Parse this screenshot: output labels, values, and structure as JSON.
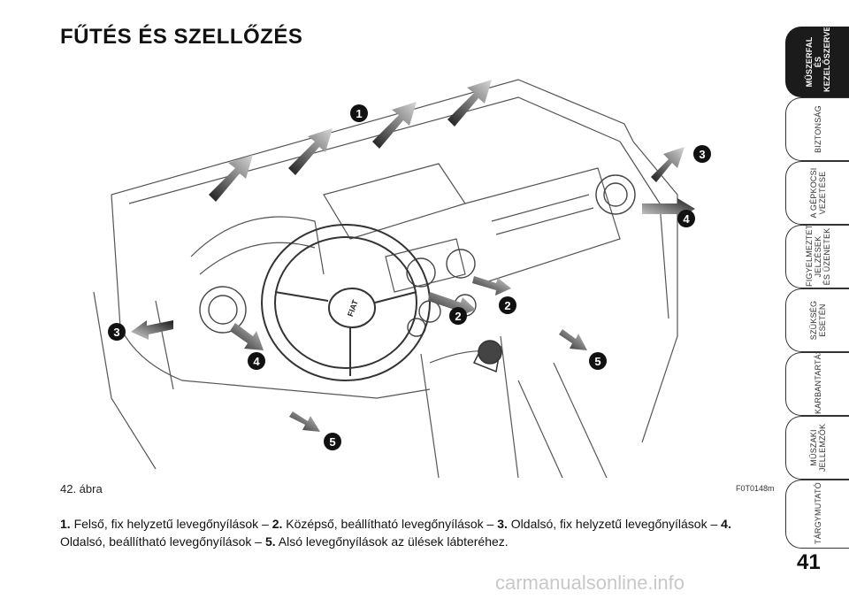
{
  "page": {
    "title": "FŰTÉS ÉS SZELLŐZÉS",
    "page_number": "41",
    "watermark": "carmanualsonline.info"
  },
  "figure": {
    "caption": "42. ábra",
    "code": "F0T0148m",
    "callout_labels": [
      "1",
      "2",
      "2",
      "3",
      "3",
      "4",
      "4",
      "5",
      "5"
    ],
    "logo_text": "FIAT"
  },
  "legend": [
    {
      "num": "1.",
      "text": "Felső, fix helyzetű levegőnyílások –"
    },
    {
      "num": "2.",
      "text": "Középső, beállítható levegőnyílások –"
    },
    {
      "num": "3.",
      "text": "Oldalsó, fix helyzetű levegőnyílások –"
    },
    {
      "num": "4.",
      "text": "Oldalsó, beállítható levegőnyílások –"
    },
    {
      "num": "5.",
      "text": "Alsó levegőnyílások az ülések lábteréhez."
    }
  ],
  "sidebar": {
    "tabs": [
      {
        "label": "MŰSZERFAL\nÉS\nKEZELŐSZERVEK",
        "active": true
      },
      {
        "label": "BIZTONSÁG",
        "active": false
      },
      {
        "label": "A GÉPKOCSI\nVEZETÉSE",
        "active": false
      },
      {
        "label": "FIGYELMEZTETŐ\nJELZÉSEK\nÉS ÜZENETEK",
        "active": false
      },
      {
        "label": "SZÜKSÉG\nESETÉN",
        "active": false
      },
      {
        "label": "KARBANTARTÁS",
        "active": false
      },
      {
        "label": "MŰSZAKI\nJELLEMZŐK",
        "active": false
      },
      {
        "label": "TÁRGYMUTATÓ",
        "active": false
      }
    ]
  }
}
